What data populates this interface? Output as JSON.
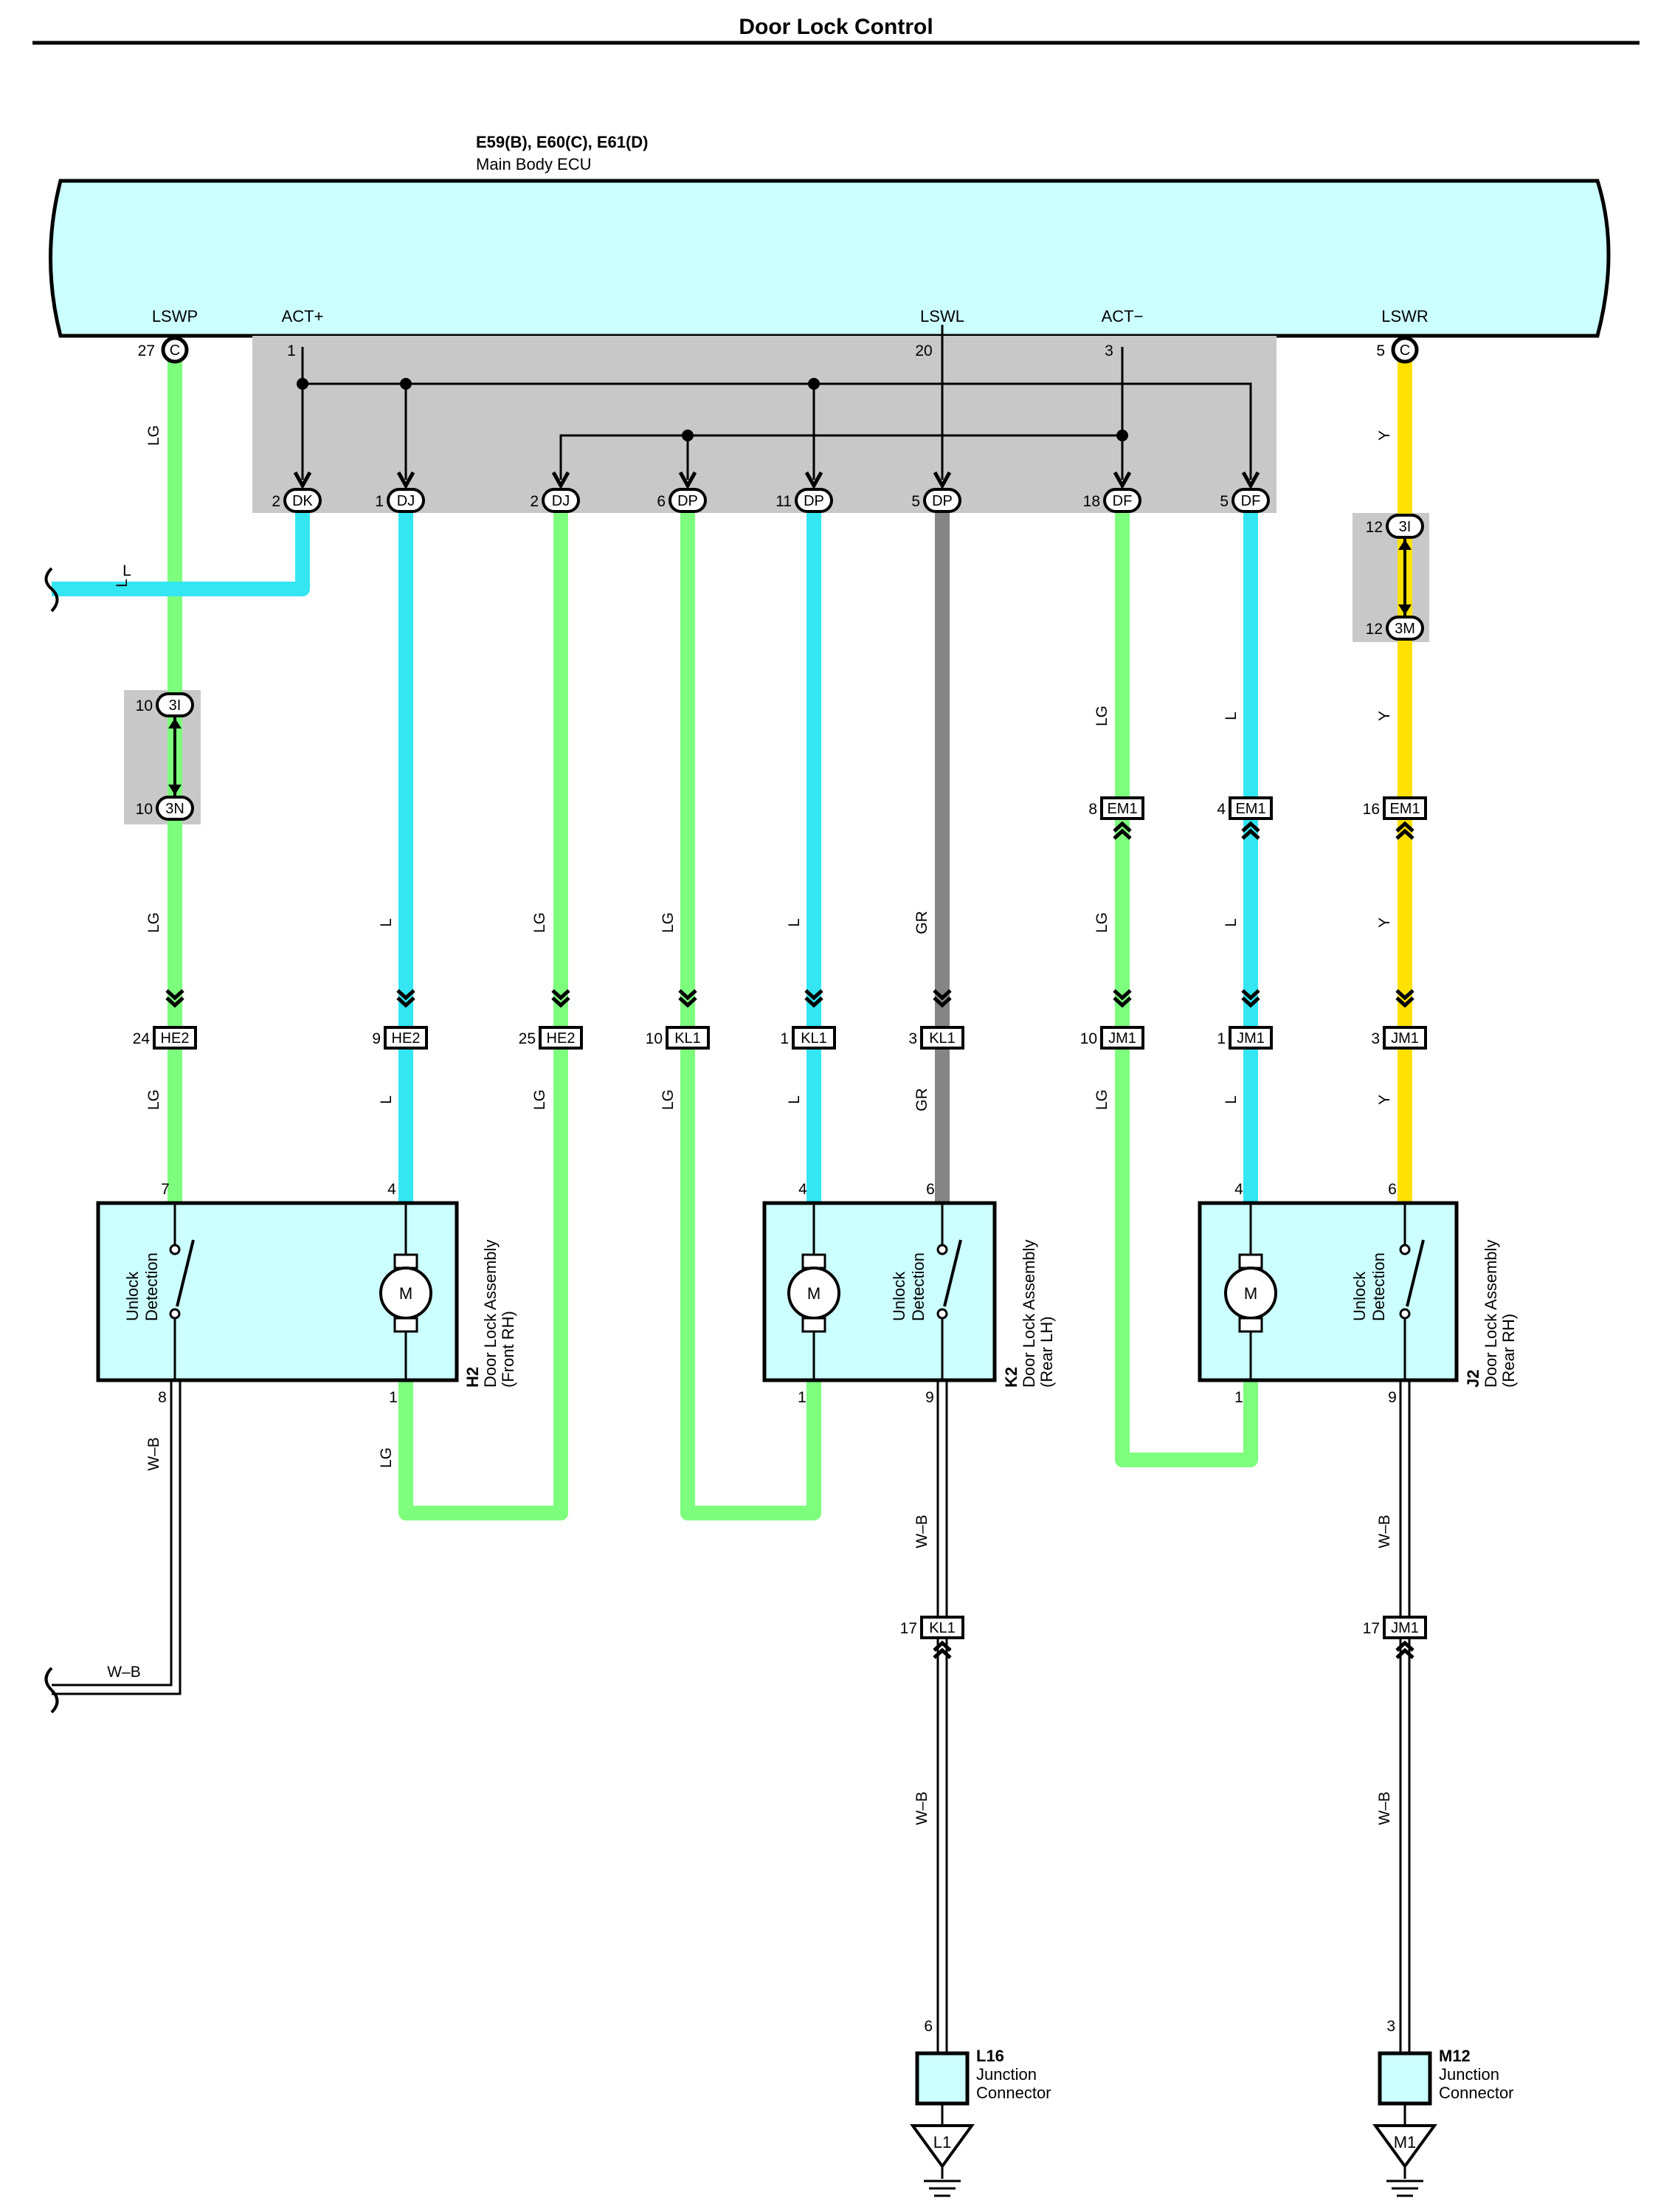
{
  "page_title": "Door Lock Control",
  "ecu": {
    "codes": "E59(B), E60(C), E61(D)",
    "name": "Main Body ECU",
    "terminals": [
      {
        "name": "LSWP",
        "pin": "27",
        "conn": "C"
      },
      {
        "name": "ACT+",
        "pin": "1"
      },
      {
        "name": "LSWL",
        "pin": "20"
      },
      {
        "name": "ACT−",
        "pin": "3"
      },
      {
        "name": "LSWR",
        "pin": "5",
        "conn": "C"
      }
    ]
  },
  "ecu_connectors": [
    {
      "pin": "2",
      "conn": "DK"
    },
    {
      "pin": "1",
      "conn": "DJ"
    },
    {
      "pin": "2",
      "conn": "DJ"
    },
    {
      "pin": "6",
      "conn": "DP"
    },
    {
      "pin": "11",
      "conn": "DP"
    },
    {
      "pin": "5",
      "conn": "DP"
    },
    {
      "pin": "18",
      "conn": "DF"
    },
    {
      "pin": "5",
      "conn": "DF"
    }
  ],
  "inline_joints": [
    {
      "top_pin": "10",
      "top_conn": "3I",
      "bottom_pin": "10",
      "bottom_conn": "3N"
    },
    {
      "top_pin": "12",
      "top_conn": "3I",
      "bottom_pin": "12",
      "bottom_conn": "3M"
    }
  ],
  "em1_connectors": [
    {
      "pin": "8",
      "conn": "EM1"
    },
    {
      "pin": "4",
      "conn": "EM1"
    },
    {
      "pin": "16",
      "conn": "EM1"
    }
  ],
  "mid_connectors": [
    {
      "pin": "24",
      "conn": "HE2"
    },
    {
      "pin": "9",
      "conn": "HE2"
    },
    {
      "pin": "25",
      "conn": "HE2"
    },
    {
      "pin": "10",
      "conn": "KL1"
    },
    {
      "pin": "1",
      "conn": "KL1"
    },
    {
      "pin": "3",
      "conn": "KL1"
    },
    {
      "pin": "10",
      "conn": "JM1"
    },
    {
      "pin": "1",
      "conn": "JM1"
    },
    {
      "pin": "3",
      "conn": "JM1"
    }
  ],
  "wire_colors": {
    "LG": "#7dff7d",
    "L": "#33e6f2",
    "Y": "#ffe100",
    "GR": "#858585",
    "W-B": "#ffffff"
  },
  "wire_labels": {
    "lg": "LG",
    "l": "L",
    "y": "Y",
    "gr": "GR",
    "wb": "W–B"
  },
  "components": [
    {
      "code": "H2",
      "name": "Door Lock Assembly",
      "side": "(Front RH)",
      "switch_label": [
        "Unlock",
        "Detection"
      ],
      "motor": "M",
      "pins": [
        "7",
        "4",
        "8",
        "1"
      ]
    },
    {
      "code": "K2",
      "name": "Door Lock Assembly",
      "side": "(Rear LH)",
      "switch_label": [
        "Unlock",
        "Detection"
      ],
      "motor": "M",
      "pins": [
        "4",
        "6",
        "1",
        "9"
      ]
    },
    {
      "code": "J2",
      "name": "Door Lock Assembly",
      "side": "(Rear RH)",
      "switch_label": [
        "Unlock",
        "Detection"
      ],
      "motor": "M",
      "pins": [
        "4",
        "6",
        "1",
        "9"
      ]
    }
  ],
  "ground_connectors": [
    {
      "pin": "17",
      "conn": "KL1"
    },
    {
      "pin": "17",
      "conn": "JM1"
    }
  ],
  "junctions": [
    {
      "code": "L16",
      "line1": "Junction",
      "line2": "Connector",
      "pin": "6",
      "ground": "L1"
    },
    {
      "code": "M12",
      "line1": "Junction",
      "line2": "Connector",
      "pin": "3",
      "ground": "M1"
    }
  ],
  "colors": {
    "ecu_fill": "#ccffff",
    "component_fill": "#ccffff",
    "shade": "#c8c8c8"
  }
}
